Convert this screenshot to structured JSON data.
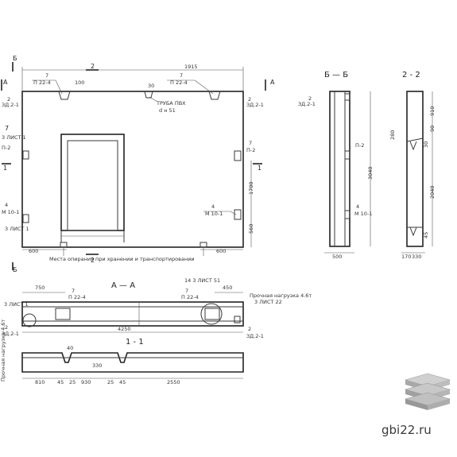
{
  "dims": {
    "total_w": "1915",
    "top_100": "100",
    "top_30": "30",
    "left_600": "600",
    "right_600": "600",
    "h_1700": "1700",
    "h_560": "560",
    "b_3040": "3040",
    "b_500": "500",
    "s22_910": "910",
    "s22_90": "90",
    "s22_2040": "2040",
    "s22_30": "30",
    "s22_170": "170",
    "s22_330": "330",
    "s22_280": "280",
    "s22_45": "45",
    "aa_750": "750",
    "aa_450": "450",
    "aa_4250": "4250",
    "s11_810": "810",
    "s11_45a": "45",
    "s11_25a": "25",
    "s11_930": "930",
    "s11_25b": "25",
    "s11_45b": "45",
    "s11_2550": "2550",
    "s11_330": "330",
    "s11_40": "40"
  },
  "section_marks": {
    "two": "2",
    "a": "А",
    "b": "Б",
    "one": "1"
  },
  "titles": {
    "bb": "Б — Б",
    "s22": "2 - 2",
    "aa": "А — А",
    "s11": "1 - 1"
  },
  "callouts": {
    "p22_4": "П 22-4",
    "sev": "7",
    "two": "2",
    "zd21": "ЗД.2-1",
    "truba_1": "ТРУБА ПВХ",
    "truba_2": "d н 51",
    "p2": "П-2",
    "m10_1": "М 10-1",
    "four": "4",
    "list": "3 ЛИСТ 1",
    "list5": "14 3 ЛИСТ 51",
    "note_lv": "Прочная нагрузка 4.6т",
    "note_lv2": "3 ЛИСТ 22",
    "support": "Места опирания при хранении и транспортировании"
  },
  "brand": "gbi22.ru"
}
